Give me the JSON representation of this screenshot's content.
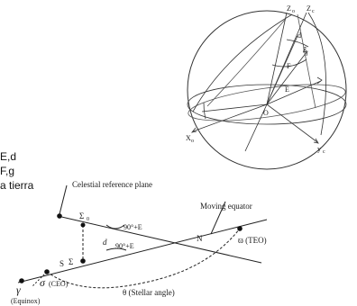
{
  "side_text": [
    "E,d",
    "F,g",
    "a tierra"
  ],
  "sphere": {
    "axis_labels": {
      "z_zero": "Z",
      "z_zero_sub": "o",
      "z_c": "Z",
      "z_c_sub": "c",
      "x_zero": "X",
      "x_zero_sub": "o",
      "y_c": "y",
      "y_c_sub": "c",
      "origin": "O"
    },
    "arc_labels": {
      "e_label": "E",
      "f_label": "F",
      "d_label": "d",
      "g_label": "g"
    }
  },
  "lower_diagram": {
    "celestial_plane": "Celestial reference plane",
    "moving_equator": "Moving equator",
    "sigma_zero": "Σ",
    "sigma_zero_sub": "0",
    "angle_upper": "90°+E",
    "angle_lower": "90°+E",
    "d": "d",
    "N": "N",
    "varpi_teo": "ϖ (TEO)",
    "S": "S",
    "sigma": "Σ",
    "sigma_ceo": "σ",
    "ceo_text": "(CEO)",
    "gamma": "γ",
    "equinox": "(Equinox)",
    "theta": "θ (Stellar angle)"
  }
}
